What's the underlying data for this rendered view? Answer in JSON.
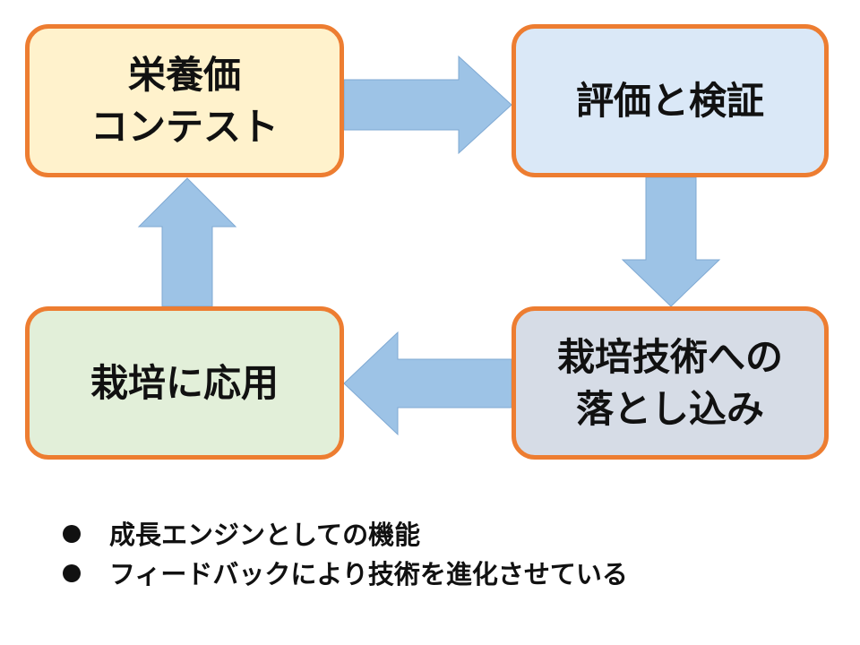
{
  "cycle": {
    "boxes": {
      "contest": {
        "lines": [
          "栄養価",
          "コンテスト"
        ],
        "fill": "#fff2cc"
      },
      "evaluation": {
        "lines": [
          "評価と検証"
        ],
        "fill": "#dae8f7"
      },
      "adoption": {
        "lines": [
          "栽培技術への",
          "落とし込み"
        ],
        "fill": "#d6dce6"
      },
      "application": {
        "lines": [
          "栽培に応用"
        ],
        "fill": "#e2efd9"
      }
    },
    "border_color": "#ed7d31",
    "arrow_color": "#9dc3e6"
  },
  "bullets": [
    "成長エンジンとしての機能",
    "フィードバックにより技術を進化させている"
  ]
}
